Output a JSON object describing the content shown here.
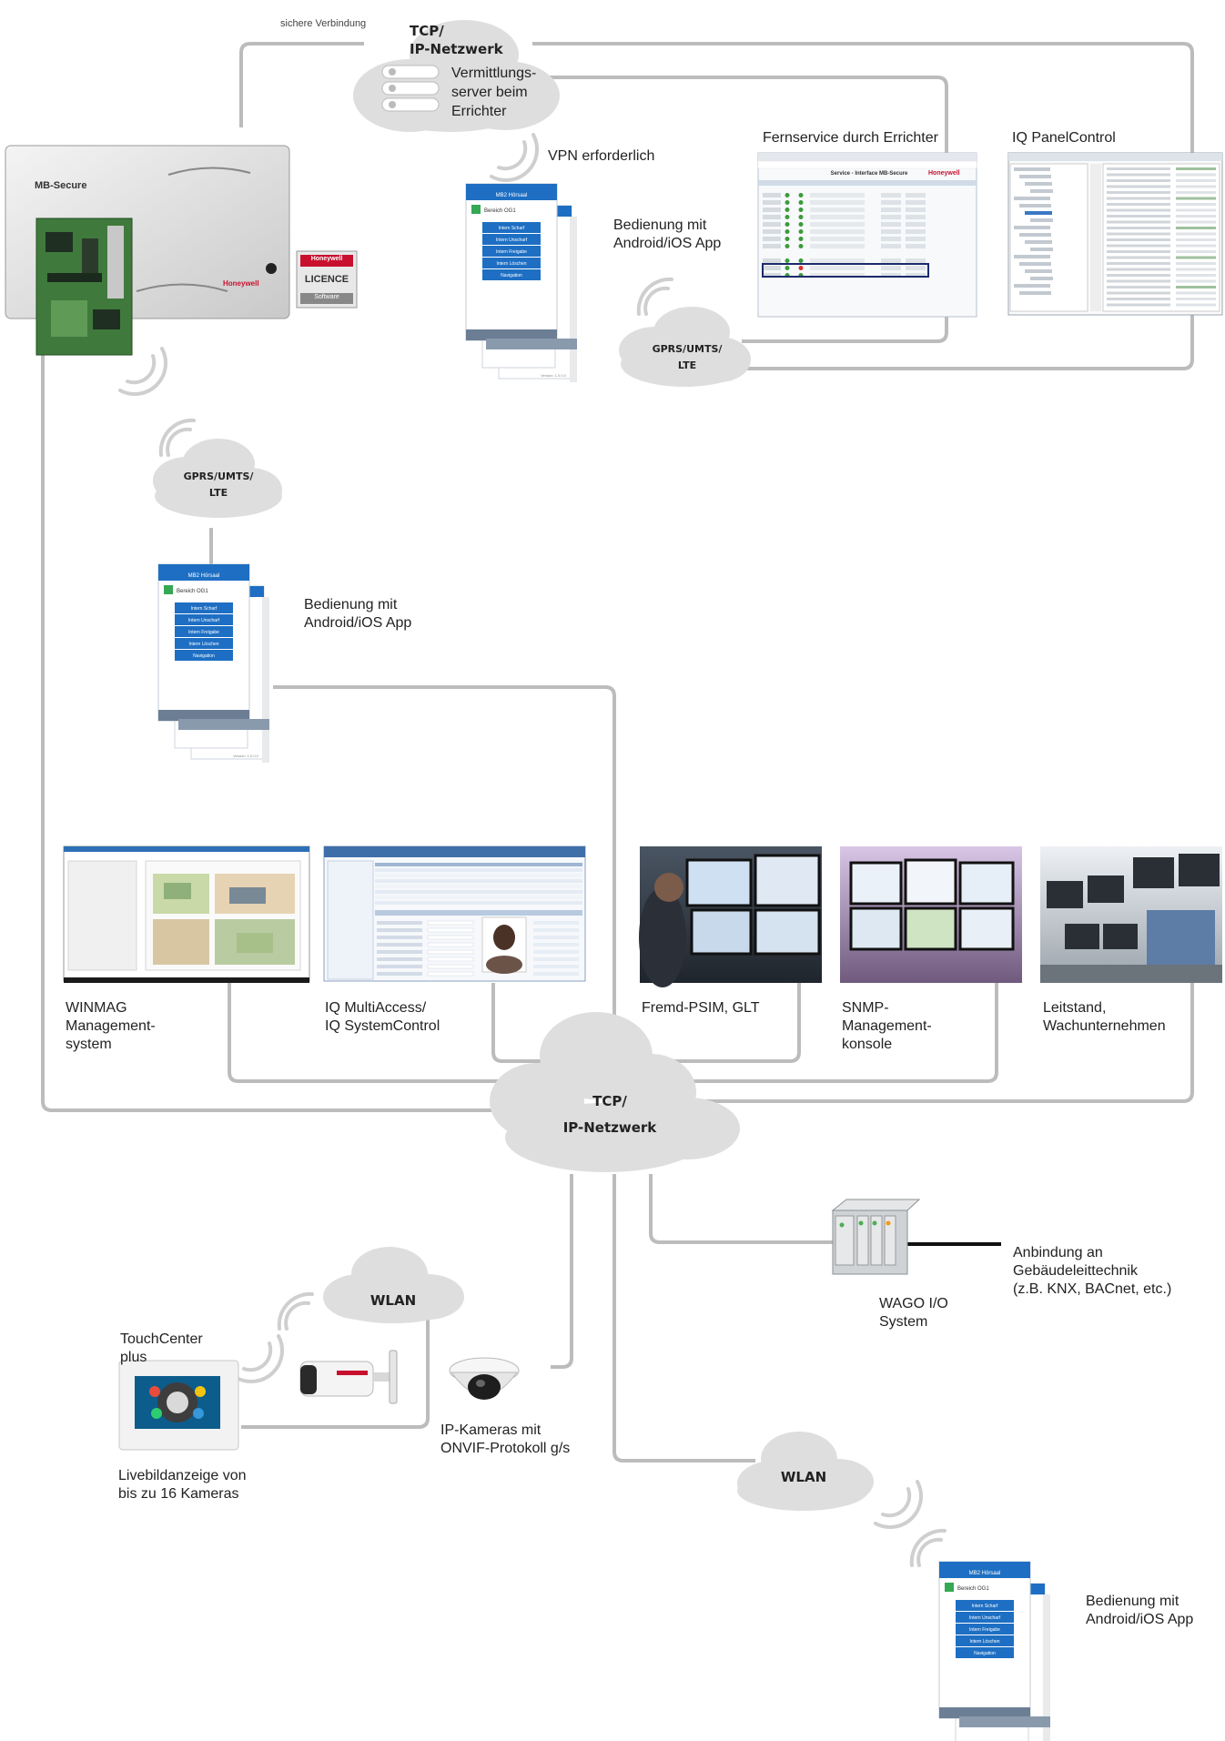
{
  "colors": {
    "line": "#bcbcbc",
    "cloud": "#dedede",
    "accent": "#1e6fc3",
    "brand_red": "#c8102e"
  },
  "top": {
    "secure_connection": "sichere Verbindung",
    "cloud_tcp": "TCP/\nIP-Netzwerk",
    "relay_server": "Vermittlungs-\nserver beim\nErrichter",
    "vpn_required": "VPN erforderlich"
  },
  "panel": {
    "brand": "MB-Secure",
    "maker": "Honeywell",
    "licence_maker": "Honeywell",
    "licence_word": "LICENCE",
    "licence_sub": "Software"
  },
  "labels": {
    "remote_service": "Fernservice durch Errichter",
    "panel_control": "IQ PanelControl",
    "app_top": "Bedienung mit\nAndroid/iOS App",
    "app_mid": "Bedienung mit\nAndroid/iOS App",
    "app_bottom": "Bedienung mit\nAndroid/iOS App",
    "gprs_a": "GPRS/UMTS/\nLTE",
    "gprs_b": "GPRS/UMTS/\nLTE",
    "winmag": "WINMAG\nManagement-\nsystem",
    "multiaccess": "IQ MultiAccess/\nIQ SystemControl",
    "psim": "Fremd-PSIM, GLT",
    "snmp": "SNMP-\nManagement-\nkonsole",
    "control_room": "Leitstand,\nWachunternehmen",
    "center_cloud": "TCP/\nIP-Netzwerk",
    "wago": "WAGO I/O\nSystem",
    "building_link": "Anbindung an Gebäudeleittechnik\n(z.B. KNX, BACnet, etc.)",
    "wlan_left": "WLAN",
    "wlan_right": "WLAN",
    "touchcenter": "TouchCenter\nplus",
    "live_view": "Livebildanzeige von\nbis zu 16 Kameras",
    "ip_cams": "IP-Kameras mit\nONVIF-Protokoll g/s"
  },
  "screens": {
    "remote_service_title": "Service - Interface MB-Secure",
    "remote_service_brand": "Honeywell"
  },
  "app": {
    "header": "MB2 Hörsaal",
    "area": "Bereich OG1",
    "menu": [
      "Intern Scharf",
      "Intern Unscharf",
      "Intern Freigabe",
      "Intern Löschen",
      "Navigation"
    ],
    "version": "Version: 1.0.0.0"
  }
}
